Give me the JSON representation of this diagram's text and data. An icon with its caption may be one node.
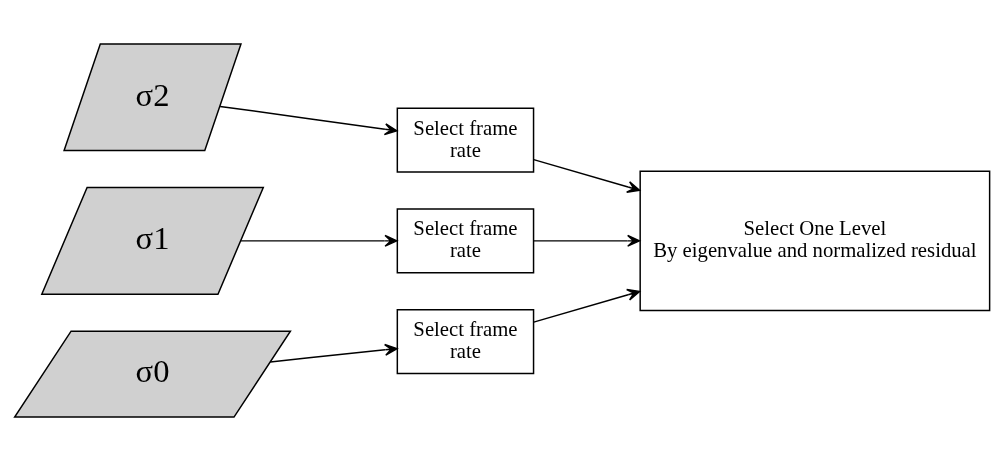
{
  "diagram": {
    "nodes": [
      {
        "text": [
          "σ2"
        ]
      },
      {
        "text": [
          "σ1"
        ]
      },
      {
        "text": [
          "σ0"
        ]
      },
      {
        "text": [
          "Select frame rate"
        ]
      },
      {
        "text": [
          "Select frame rate"
        ]
      },
      {
        "text": [
          "Select frame rate"
        ]
      },
      {
        "text": [
          "Select One Level",
          "By eigenvalue and normalized residual"
        ]
      }
    ],
    "edges": [
      {
        "from": 0,
        "to": 3,
        "arrow": "to"
      },
      {
        "from": 1,
        "to": 4,
        "arrow": "to"
      },
      {
        "from": 2,
        "to": 5,
        "arrow": "to"
      },
      {
        "from": 3,
        "to": 6,
        "arrow": "to"
      },
      {
        "from": 4,
        "to": 6,
        "arrow": "to"
      },
      {
        "from": 5,
        "to": 6,
        "arrow": "to"
      }
    ]
  }
}
